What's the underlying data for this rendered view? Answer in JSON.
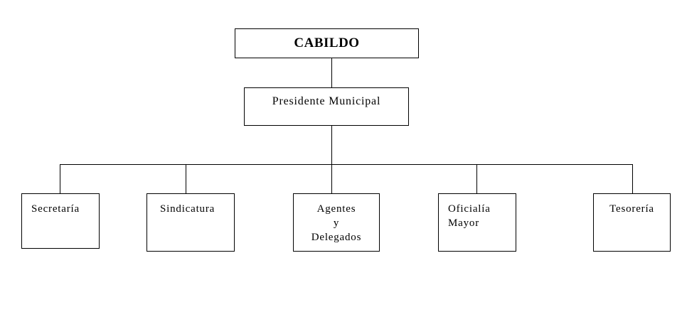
{
  "org_chart": {
    "top": {
      "label": "CABILDO"
    },
    "level2": {
      "label": "Presidente Municipal"
    },
    "departments": [
      {
        "label": "Secretaría"
      },
      {
        "label": "Sindicatura"
      },
      {
        "label": "Agentes\ny\nDelegados"
      },
      {
        "label": "Oficialía\nMayor"
      },
      {
        "label": "Tesorería"
      }
    ]
  },
  "colors": {
    "line": "#000000",
    "box_border": "#000000",
    "background": "#ffffff"
  }
}
